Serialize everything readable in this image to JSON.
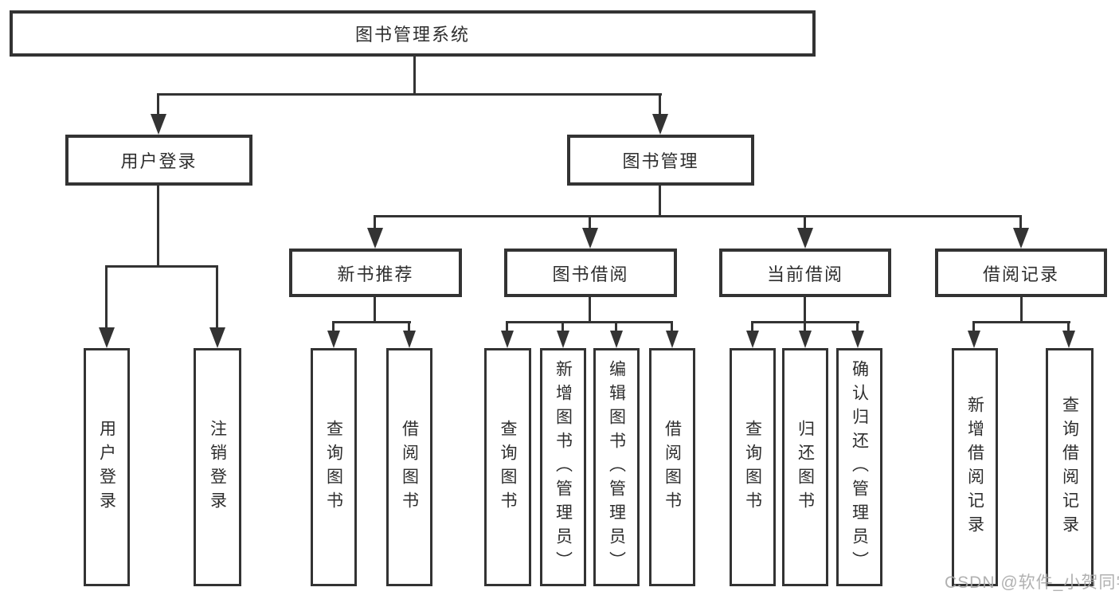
{
  "colors": {
    "line": "#333333",
    "box_border": "#333333",
    "text": "#2e2e2e",
    "watermark_text": "#a9a9a9",
    "background": "#ffffff"
  },
  "watermark": {
    "text": "CSDN @软件_小贺同学"
  },
  "tree": {
    "root": {
      "label": "图书管理系统"
    },
    "branches": [
      {
        "label": "用户登录",
        "children": [
          {
            "label": "用户登录"
          },
          {
            "label": "注销登录"
          }
        ]
      },
      {
        "label": "图书管理",
        "groups": [
          {
            "label": "新书推荐",
            "children": [
              {
                "label": "查询图书"
              },
              {
                "label": "借阅图书"
              }
            ]
          },
          {
            "label": "图书借阅",
            "children": [
              {
                "label": "查询图书"
              },
              {
                "label": "新增图书（管理员）"
              },
              {
                "label": "编辑图书（管理员）"
              },
              {
                "label": "借阅图书"
              }
            ]
          },
          {
            "label": "当前借阅",
            "children": [
              {
                "label": "查询图书"
              },
              {
                "label": "归还图书"
              },
              {
                "label": "确认归还（管理员）"
              }
            ]
          },
          {
            "label": "借阅记录",
            "children": [
              {
                "label": "新增借阅记录"
              },
              {
                "label": "查询借阅记录"
              }
            ]
          }
        ]
      }
    ]
  }
}
